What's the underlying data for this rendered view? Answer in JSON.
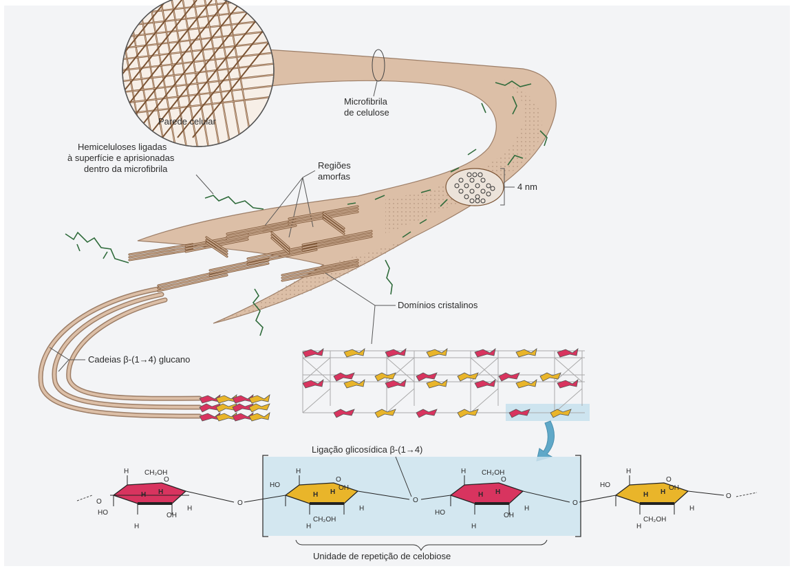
{
  "labels": {
    "cell_wall": "Parede celular",
    "microfibril_1": "Microfibrila",
    "microfibril_2": "de celulose",
    "hemi_1": "Hemiceluloses ligadas",
    "hemi_2": "à superfície e aprisionadas",
    "hemi_3": "dentro da microfibrila",
    "amorphous_1": "Regiões",
    "amorphous_2": "amorfas",
    "scale": "4 nm",
    "crystalline": "Domínios cristalinos",
    "glucan_chains": "Cadeias β-(1→4) glucano",
    "glycosidic_bond": "Ligação glicosídica β-(1→4)",
    "repeat_unit": "Unidade de repetição de celobiose"
  },
  "chem": {
    "h": "H",
    "o": "O",
    "ho": "HO",
    "oh": "OH",
    "ch2oh": "CH₂OH"
  },
  "colors": {
    "background": "#f3f4f6",
    "fibril": "#dcbfa7",
    "fibril_edge": "#9c7d66",
    "chain": "#7a5232",
    "hemicellulose": "#2f6b3b",
    "glucose_red": "#d8345f",
    "glucose_yellow": "#e9b52a",
    "highlight": "#cde4ef",
    "arrow": "#5fa8c8"
  }
}
